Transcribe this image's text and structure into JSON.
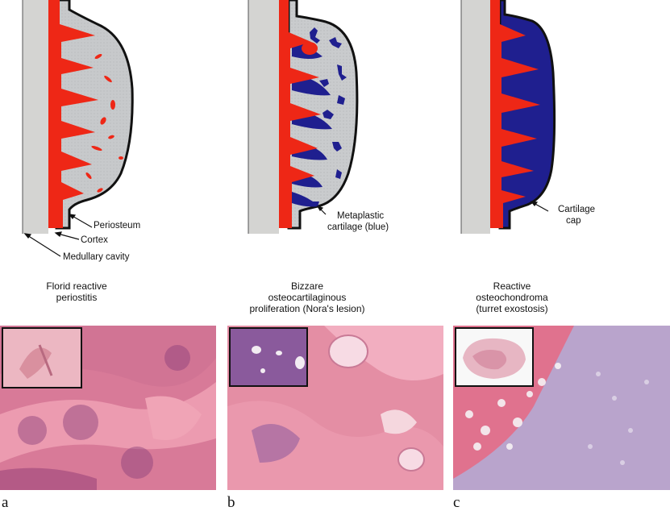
{
  "panel_a": {
    "labels": {
      "periosteum": "Periosteum",
      "cortex": "Cortex",
      "medullary": "Medullary cavity"
    },
    "caption": [
      "Florid reactive",
      "periostitis"
    ],
    "letter": "a"
  },
  "panel_b": {
    "labels": {
      "metaplastic_1": "Metaplastic",
      "metaplastic_2": "cartilage (blue)"
    },
    "caption": [
      "Bizzare",
      "osteocartilaginous",
      "proliferation (Nora's lesion)"
    ],
    "letter": "b"
  },
  "panel_c": {
    "labels": {
      "cartilage_1": "Cartilage",
      "cartilage_2": "cap"
    },
    "caption": [
      "Reactive",
      "osteochondroma",
      "(turret exostosis)"
    ],
    "letter": "c"
  },
  "colors": {
    "cortex_red": "#ee2716",
    "cartilage_blue": "#1f1f8f",
    "marrow_gray": "#c9cbcd",
    "he_pink": "#e48ea4",
    "he_purple": "#8a5a9c"
  }
}
